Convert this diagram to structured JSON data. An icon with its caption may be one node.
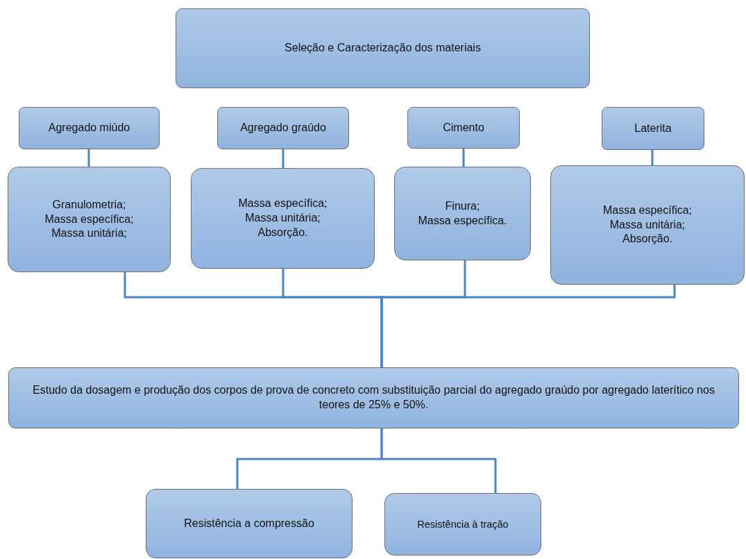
{
  "diagram": {
    "nodes": [
      {
        "text": [
          "Seleção e Caracterização dos materiais"
        ]
      },
      {
        "text": [
          "Agregado miúdo"
        ]
      },
      {
        "text": [
          "Agregado graúdo"
        ]
      },
      {
        "text": [
          "Cimento"
        ]
      },
      {
        "text": [
          "Laterita"
        ]
      },
      {
        "text": [
          "Granulometria;",
          "Massa específica;",
          "Massa unitária;"
        ]
      },
      {
        "text": [
          "Massa específica;",
          "Massa unitária;",
          "Absorção."
        ]
      },
      {
        "text": [
          "Finura;",
          "Massa específica."
        ]
      },
      {
        "text": [
          "Massa específica;",
          "Massa unitária;",
          "Absorção."
        ]
      },
      {
        "text": [
          "Estudo da dosagem e produção dos corpos de prova de concreto com substituição parcial do agregado graúdo por agregado laterítico nos teores de 25% e 50%."
        ]
      },
      {
        "text": [
          "Resistência a compressão"
        ]
      },
      {
        "text": [
          "Resistência à tração"
        ]
      }
    ],
    "edges": [
      {
        "from": 1,
        "to": 5,
        "arrow": "none"
      },
      {
        "from": 2,
        "to": 6,
        "arrow": "none"
      },
      {
        "from": 3,
        "to": 7,
        "arrow": "none"
      },
      {
        "from": 4,
        "to": 8,
        "arrow": "none"
      },
      {
        "from": 5,
        "to": 9,
        "arrow": "none"
      },
      {
        "from": 6,
        "to": 9,
        "arrow": "none"
      },
      {
        "from": 7,
        "to": 9,
        "arrow": "none"
      },
      {
        "from": 8,
        "to": 9,
        "arrow": "none"
      },
      {
        "from": 9,
        "to": 10,
        "arrow": "none"
      },
      {
        "from": 9,
        "to": 11,
        "arrow": "none"
      }
    ]
  }
}
